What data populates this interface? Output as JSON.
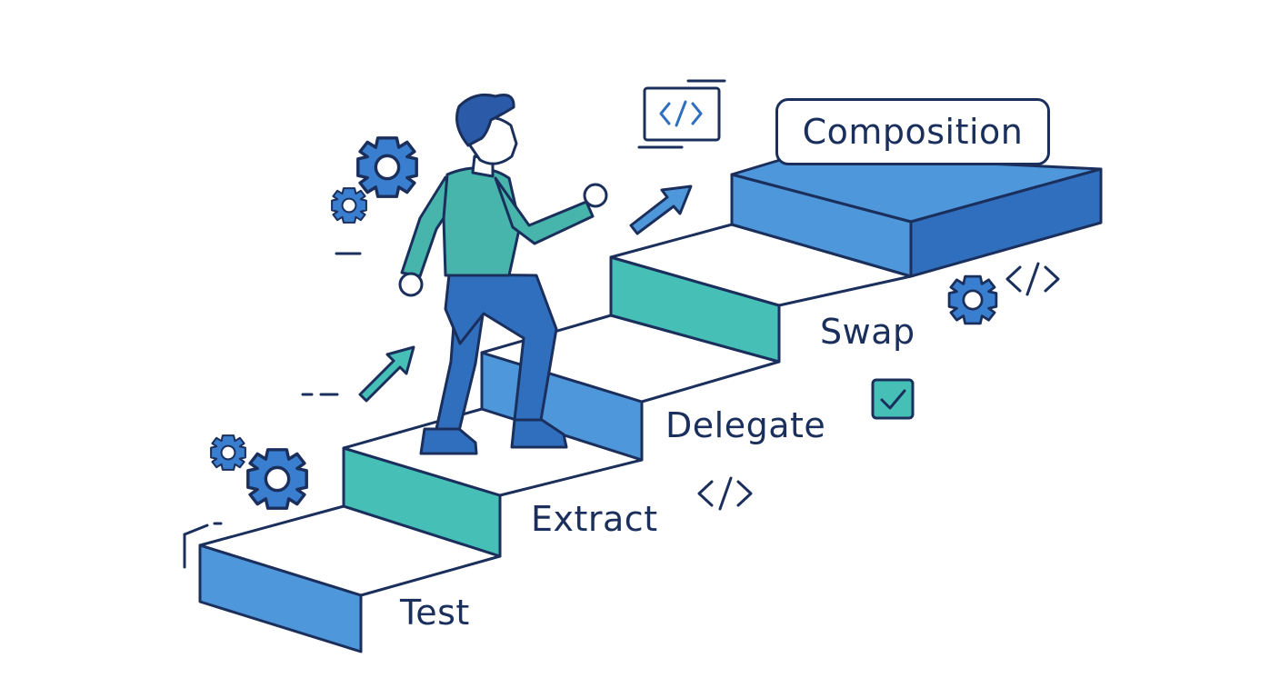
{
  "steps": [
    {
      "id": "test",
      "label": "Test"
    },
    {
      "id": "extract",
      "label": "Extract"
    },
    {
      "id": "delegate",
      "label": "Delegate"
    },
    {
      "id": "swap",
      "label": "Swap"
    }
  ],
  "goal": {
    "label": "Composition"
  },
  "icons": {
    "code_symbol": "code-brackets-icon",
    "gear": "gear-icon",
    "checkbox": "checkbox-checked-icon",
    "arrow": "arrow-up-right-icon",
    "monitor": "code-monitor-icon"
  },
  "colors": {
    "outline": "#1b2f5c",
    "blue_face": "#4f97db",
    "blue_dark": "#2f6fbe",
    "teal_face": "#46bfb7",
    "gear": "#3a7fcf",
    "shirt": "#47b5ac",
    "pants": "#2f6fbe",
    "skin": "#ffffff"
  }
}
